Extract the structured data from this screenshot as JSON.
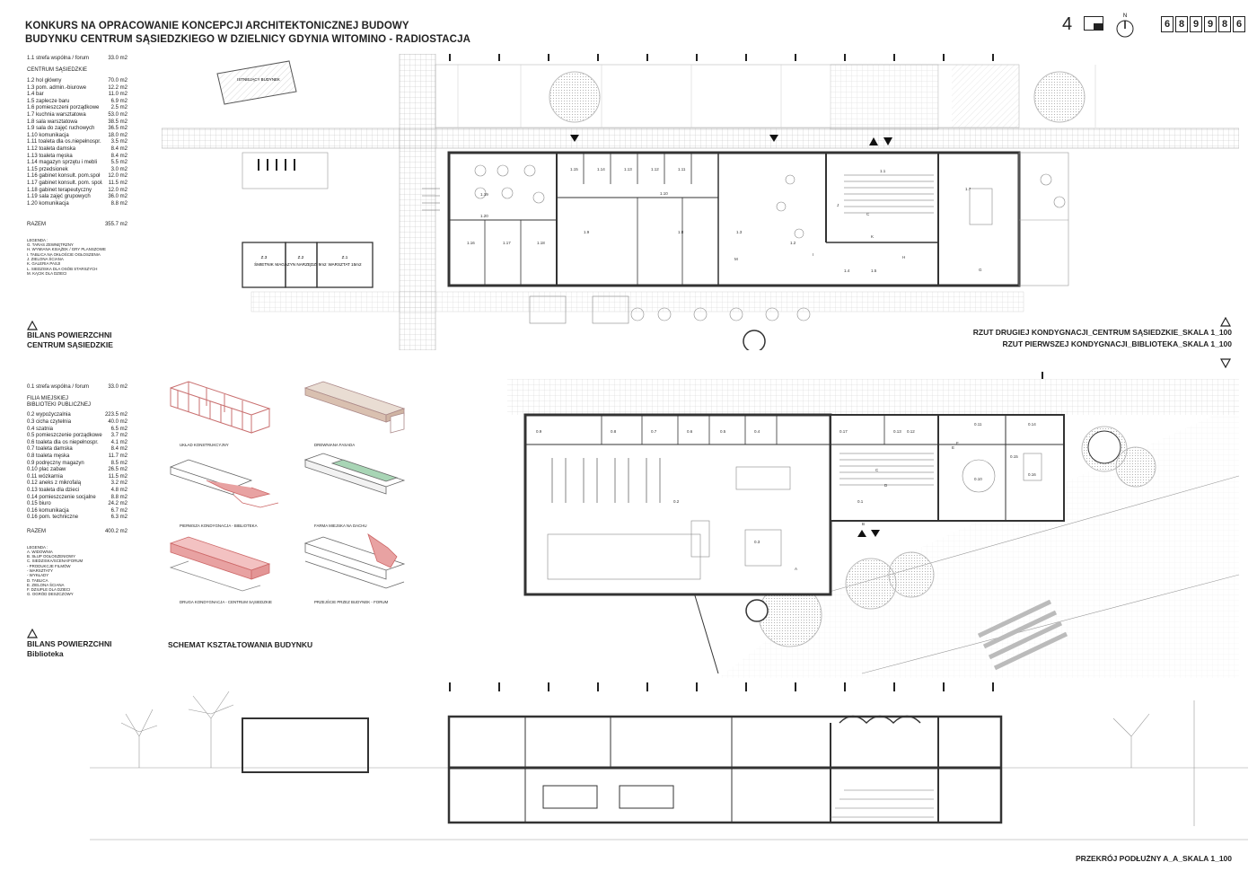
{
  "header": {
    "title_line1": "KONKURS NA OPRACOWANIE KONCEPCJI ARCHITEKTONICZNEJ BUDOWY",
    "title_line2": "BUDYNKU CENTRUM SĄSIEDZKIEGO W DZIELNICY GDYNIA WITOMINO - RADIOSTACJA",
    "sheet_number": "4",
    "north_label": "N",
    "code_digits": [
      "6",
      "8",
      "9",
      "9",
      "8",
      "6"
    ]
  },
  "table_centrum": {
    "first": {
      "label": "1.1 strefa wspólna / forum",
      "value": "33.0 m2"
    },
    "group": "CENTRUM SĄSIEDZKIE",
    "rows": [
      {
        "label": "1.2 hol główny",
        "value": "70.0 m2"
      },
      {
        "label": "1.3 pom. admin.-biurowe",
        "value": "12.2 m2"
      },
      {
        "label": "1.4 bar",
        "value": "11.0 m2"
      },
      {
        "label": "1.5 zaplecze baru",
        "value": "6.9 m2"
      },
      {
        "label": "1.6 pomieszczeni porządkowe",
        "value": "2.5 m2"
      },
      {
        "label": "1.7 kuchnia warsztatowa",
        "value": "53.0 m2"
      },
      {
        "label": "1.8 sala warsztatowa",
        "value": "38.5 m2"
      },
      {
        "label": "1.9 sala do zajęć ruchowych",
        "value": "36.5 m2"
      },
      {
        "label": "1.10 komunikacja",
        "value": "18.0 m2"
      },
      {
        "label": "1.11 toaleta dla os.niepełnospr.",
        "value": "3.5 m2"
      },
      {
        "label": "1.12 toaleta damska",
        "value": "8.4 m2"
      },
      {
        "label": "1.13 toaleta męska",
        "value": "8.4 m2"
      },
      {
        "label": "1.14 magazyn sprzętu i mebli",
        "value": "5.5 m2"
      },
      {
        "label": "1.15 przedsionek",
        "value": "3.0 m2"
      },
      {
        "label": "1.16 gabinet konsult. pom.społ",
        "value": "12.0 m2"
      },
      {
        "label": "1.17 gabinet konsult. pom. społ.",
        "value": "11.5 m2"
      },
      {
        "label": "1.18 gabinet terapeutyczny",
        "value": "12.0 m2"
      },
      {
        "label": "1.19 sala zajęć grupowych",
        "value": "36.0 m2"
      },
      {
        "label": "1.20 komunikacja",
        "value": "8.8 m2"
      }
    ],
    "total": {
      "label": "RAZEM",
      "value": "355.7 m2"
    },
    "legend_title": "LEGENDA :",
    "legend": [
      "G. TARAS ZEWNĘTRZNY",
      "H. WYMIANA KSIĄŻEK / GRY PLANSZOWE",
      "I. TABLICA NA OKŁOŚCIE OGŁOSZENIA",
      "J. ZIELONA ŚCIANA",
      "K. GALERIA PASJI",
      "L. SIEDZISKA DLA OSÓB STARSZYCH",
      "M. KĄCIK DLA DZIECI"
    ],
    "heading": [
      "BILANS POWIERZCHNI",
      "CENTRUM SĄSIEDZKIE"
    ]
  },
  "table_biblioteka": {
    "first": {
      "label": "0.1 strefa wspólna / forum",
      "value": "33.0 m2"
    },
    "group": [
      "FILIA MIEJSKIEJ",
      "BIBLIOTEKI PUBLICZNEJ"
    ],
    "rows": [
      {
        "label": "0.2 wypożyczalnia",
        "value": "223.5 m2"
      },
      {
        "label": "0.3 cicha czytelnia",
        "value": "40.0 m2"
      },
      {
        "label": "0.4 szatnia",
        "value": "6.5 m2"
      },
      {
        "label": "0.5 pomieszczenie porządkowe",
        "value": "3.7 m2"
      },
      {
        "label": "0.6 toaleta dla os niepełnospr.",
        "value": "4.1 m2"
      },
      {
        "label": "0.7 toaleta damska",
        "value": "8.4 m2"
      },
      {
        "label": "0.8 toaleta męska",
        "value": "11.7 m2"
      },
      {
        "label": "0.9 podręczny magazyn",
        "value": "8.5 m2"
      },
      {
        "label": "0.10 plac zabaw",
        "value": "26.5 m2"
      },
      {
        "label": "0.11 wózkarnia",
        "value": "11.5 m2"
      },
      {
        "label": "0.12 aneks z mikrofalą",
        "value": "3.2 m2"
      },
      {
        "label": "0.13 toaleta dla dzieci",
        "value": "4.8 m2"
      },
      {
        "label": "0.14 pomieszczenie socjalne",
        "value": "8.8 m2"
      },
      {
        "label": "0.15 biuro",
        "value": "24.2 m2"
      },
      {
        "label": "0.16 komunikacja",
        "value": "6.7 m2"
      },
      {
        "label": "0.16 pom. techniczne",
        "value": "6.3 m2"
      }
    ],
    "total": {
      "label": "RAZEM",
      "value": "400.2 m2"
    },
    "legend_title": "LEGENDA :",
    "legend": [
      "A. WIDOWNIA",
      "B. SŁUP OGŁOSZENIOWY",
      "C. SIEDZISKA/SCENA/FORUM",
      "- PRODUKCJE FILMÓW",
      "- WARSZTATY",
      "- WYKŁADY",
      "D. TABLICA",
      "E. ZIELONA ŚCIANA",
      "F. DZIUPLE DLA DZIECI",
      "G. OGRÓD DESZCZOWY"
    ],
    "heading": [
      "BILANS POWIERZCHNI",
      "Biblioteka"
    ]
  },
  "schema": {
    "heading": "SCHEMAT KSZTAŁTOWANIA BUDYNKU",
    "captions": [
      "UKŁAD KONSTRUKCYJNY",
      "DREWNIANA FASADA",
      "PIERWSZA KONDYGNACJA - BIBLIOTEKA",
      "FARMA MIEJSKA NA DACHU",
      "DRUGA KONDYGNACJA - CENTRUM SĄSIEDZKIE",
      "PRZEJŚCIE PRZEZ BUDYNEK - FORUM"
    ]
  },
  "plans": {
    "upper_caption": "RZUT DRUGIEJ KONDYGNACJI_CENTRUM SĄSIEDZKIE_SKALA 1_100",
    "lower_caption": "RZUT PIERWSZEJ  KONDYGNACJI_BIBLIOTEKA_SKALA 1_100",
    "section_caption": "PRZEKRÓJ PODŁUŻNY A_A_SKALA 1_100",
    "existing_building": "ISTNIEJĄCY BUDYNEK",
    "outbuildings": [
      {
        "id": "Z.3",
        "name": "ŚMIETNIK"
      },
      {
        "id": "Z.2",
        "name": "MAGAZYN NARZĘDZI 9m2"
      },
      {
        "id": "Z.1",
        "name": "WARSZTAT 15m2"
      }
    ],
    "upper_rooms": [
      "1.15",
      "1.14",
      "1.13",
      "1.12",
      "1.11",
      "1.19",
      "1.10",
      "1.20",
      "1.16",
      "1.17",
      "1.18",
      "1.9",
      "1.8",
      "1.3",
      "1.2",
      "1.1",
      "1.4",
      "1.5",
      "1.7",
      "G",
      "C",
      "K",
      "J",
      "M",
      "I",
      "H"
    ],
    "lower_rooms": [
      "0.9",
      "0.8",
      "0.7",
      "0.6",
      "0.5",
      "0.4",
      "0.17",
      "0.13",
      "0.12",
      "0.11",
      "0.14",
      "0.15",
      "0.16",
      "0.2",
      "0.3",
      "0.1",
      "0.10",
      "A",
      "B",
      "C",
      "D",
      "E",
      "F"
    ]
  },
  "colors": {
    "ink": "#222222",
    "hatch": "#bdbdbd",
    "accent_red": "#e8a2a2",
    "accent_green": "#a8d5b5",
    "wood": "#d9c0b0"
  }
}
